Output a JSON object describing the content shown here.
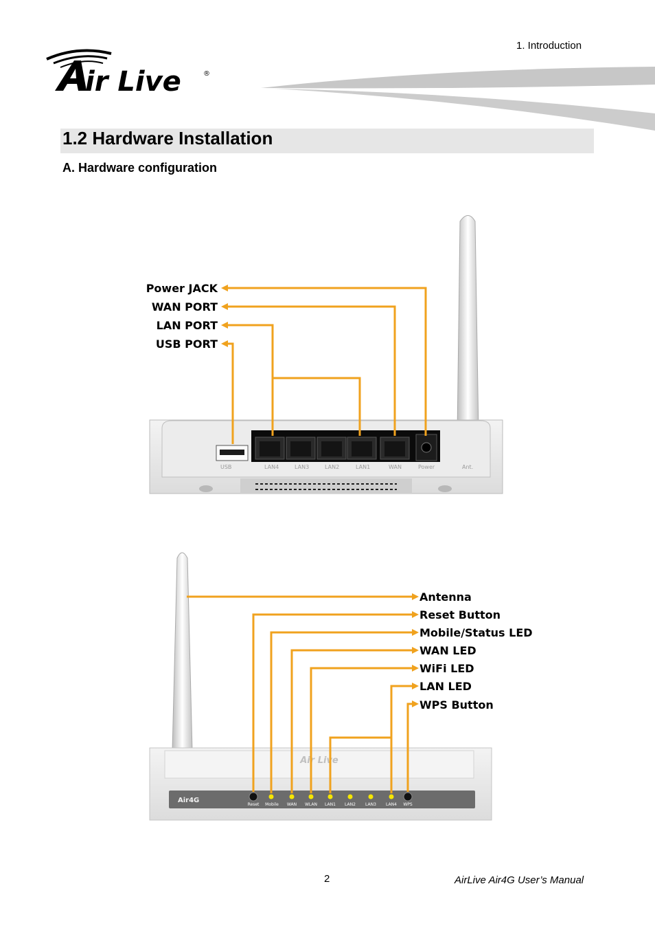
{
  "header": {
    "chapter": "1.   Introduction",
    "brand": "Air Live"
  },
  "section": {
    "title": "1.2 Hardware Installation",
    "subtitle": "A.   Hardware configuration"
  },
  "rear": {
    "callouts": [
      "Power JACK",
      "WAN PORT",
      "LAN PORT",
      "USB PORT"
    ],
    "ports": [
      "USB",
      "LAN4",
      "LAN3",
      "LAN2",
      "LAN1",
      "WAN",
      "Power",
      "Ant."
    ]
  },
  "front": {
    "callouts": [
      "Antenna",
      "Reset Button",
      "Mobile/Status LED",
      "WAN LED",
      "WiFi LED",
      "LAN LED",
      "WPS Button"
    ],
    "model": "Air4G",
    "indicators": [
      "Reset",
      "Mobile",
      "WAN",
      "WLAN",
      "LAN1",
      "LAN2",
      "LAN3",
      "LAN4",
      "WPS"
    ]
  },
  "footer": {
    "page": "2",
    "manual": "AirLive Air4G User’s Manual"
  },
  "colors": {
    "callout_line": "#f0a21e",
    "led": "#f5e600",
    "section_bar": "#e6e6e6"
  }
}
